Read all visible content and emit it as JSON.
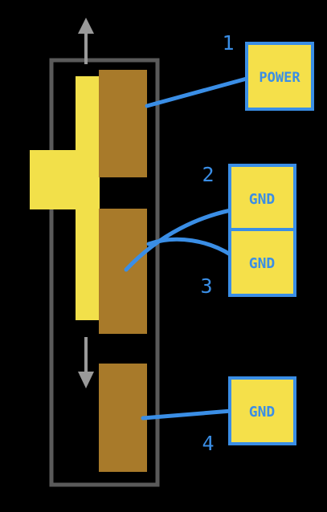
{
  "colors": {
    "background": "#000000",
    "housing_outline": "#5a5a5a",
    "slider": "#f2e04a",
    "contact_pad": "#a87a2a",
    "wire": "#3a8ee6",
    "label_box_fill": "#f5e04a",
    "label_box_stroke": "#3a8ee6",
    "label_text": "#3a8ee6",
    "arrow": "#9a9a9a"
  },
  "diagram": {
    "pins": [
      {
        "number": "1",
        "connection": "POWER"
      },
      {
        "number": "2",
        "connection": "GND"
      },
      {
        "number": "3",
        "connection": "GND"
      },
      {
        "number": "4",
        "connection": "GND"
      }
    ]
  }
}
